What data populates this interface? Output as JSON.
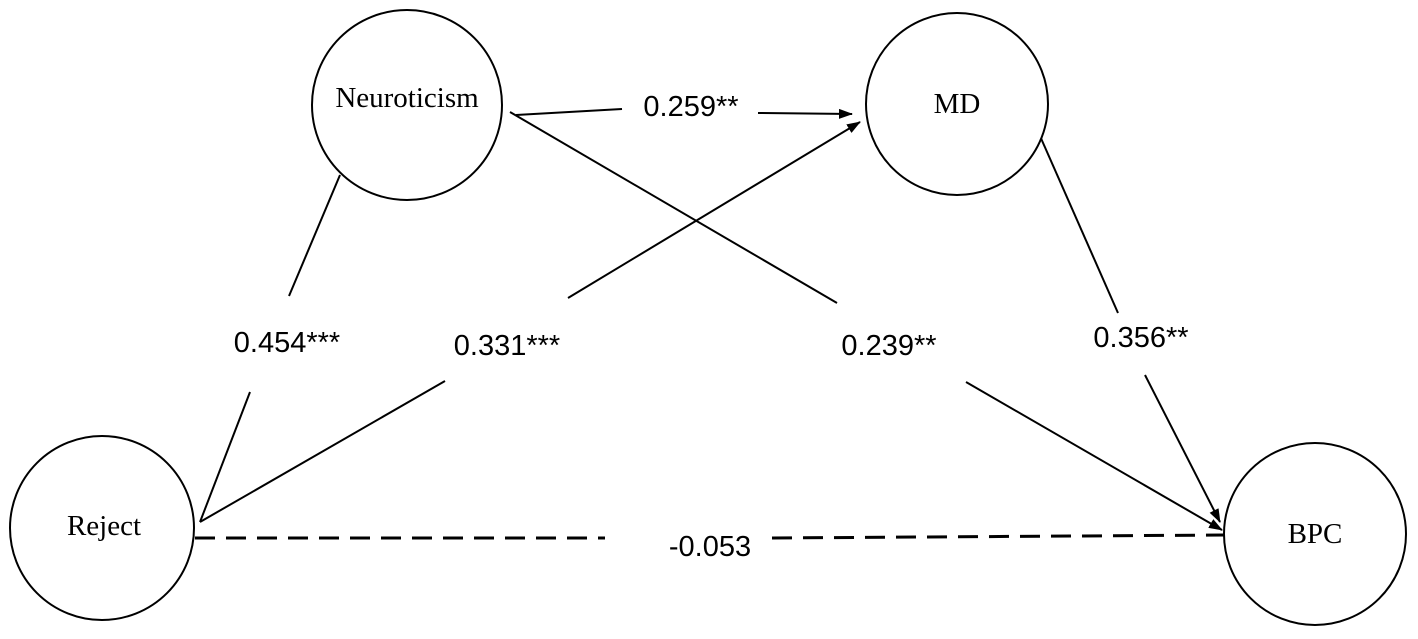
{
  "nodes": {
    "neuroticism": "Neuroticism",
    "md": "MD",
    "reject": "Reject",
    "bpc": "BPC"
  },
  "paths": {
    "neuroticism_to_md": "0.259**",
    "neuroticism_reject": "0.454***",
    "reject_to_md": "0.331***",
    "neuroticism_to_bpc": "0.239**",
    "md_to_bpc": "0.356**",
    "reject_to_bpc": "-0.053"
  },
  "colors": {
    "stroke": "#000000",
    "background": "#ffffff"
  }
}
